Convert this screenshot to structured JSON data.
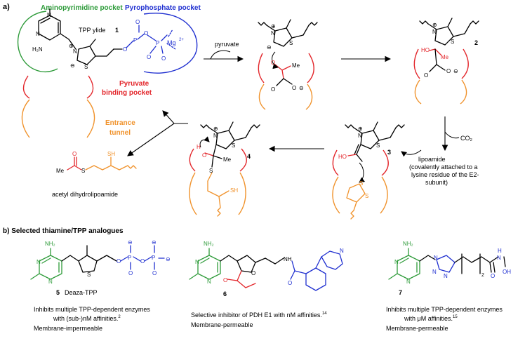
{
  "colors": {
    "green": "#2e9b3a",
    "blue": "#1f2fd0",
    "red": "#e3262b",
    "orange": "#f0922b",
    "black": "#000000"
  },
  "section_a": {
    "label": "a)",
    "pockets": {
      "aminopyrimidine": "Aminopyrimidine pocket",
      "pyrophosphate": "Pyrophosphate pocket",
      "pyruvate_l1": "Pyruvate",
      "pyruvate_l2": "binding pocket",
      "entrance_l1": "Entrance",
      "entrance_l2": "tunnel"
    },
    "tpp_ylide": {
      "label": "TPP ylide",
      "num": "1"
    },
    "atoms": {
      "N": "N",
      "S": "S",
      "O": "O",
      "P": "P",
      "H2N": "H₂N",
      "HO": "HO",
      "H": "H",
      "Me": "Me",
      "Mg": "Mg",
      "Mg_charge": "2+",
      "plus": "⊕",
      "minus": "⊖",
      "SH": "SH"
    },
    "arrow_pyruvate": "pyruvate",
    "co2": "CO₂",
    "compound_nums": {
      "c2": "2",
      "c3": "3",
      "c4": "4"
    },
    "lipoamide": {
      "l1": "lipoamide",
      "l2": "(covalently attached to a",
      "l3": "lysine residue of the E2-",
      "l4": "subunit)"
    },
    "acetyl": "acetyl dihydrolipoamide"
  },
  "section_b": {
    "label": "b) Selected thiamine/TPP analogues",
    "c5": {
      "num": "5",
      "name": "Deaza-TPP",
      "desc1": "Inhibits multiple TPP-dependent  enzymes",
      "desc2": "with (sub-)nM affinities.",
      "ref": "2",
      "perm": "Membrane-impermeable"
    },
    "c6": {
      "num": "6",
      "desc1": "Selective inhibitor of PDH E1 with nM affinities.",
      "ref": "14",
      "perm": "Membrane-permeable"
    },
    "c7": {
      "num": "7",
      "desc1": "Inhibits multiple TPP-dependent  enzymes",
      "desc2": "with μM affinities.",
      "ref": "15",
      "perm": "Membrane-permeable",
      "sub2": "2",
      "nh": "N",
      "h": "H",
      "oh": "OH"
    },
    "nh2": "NH₂",
    "nh": "NH"
  }
}
